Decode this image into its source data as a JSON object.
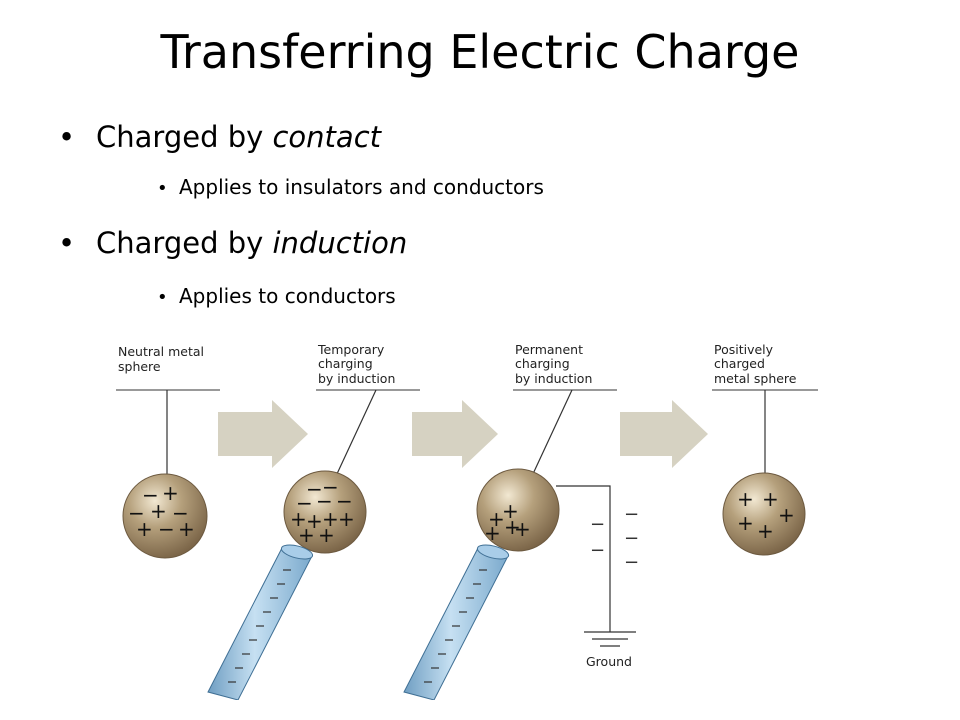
{
  "title": "Transferring Electric Charge",
  "bullets": [
    {
      "prefix": "Charged by ",
      "emphasis": "contact",
      "sub": "Applies to insulators and conductors"
    },
    {
      "prefix": "Charged by ",
      "emphasis": "induction",
      "sub": "Applies to conductors"
    }
  ],
  "figure": {
    "stages": [
      {
        "label_lines": [
          "Neutral metal",
          "sphere"
        ]
      },
      {
        "label_lines": [
          "Temporary",
          "charging",
          "by induction"
        ]
      },
      {
        "label_lines": [
          "Permanent",
          "charging",
          "by induction"
        ]
      },
      {
        "label_lines": [
          "Positively",
          "charged",
          "metal sphere"
        ]
      }
    ],
    "ground_label": "Ground",
    "colors": {
      "sphere": "#a08a6a",
      "arrow": "#d6d2c2",
      "rod": "#9cc3e0"
    }
  }
}
